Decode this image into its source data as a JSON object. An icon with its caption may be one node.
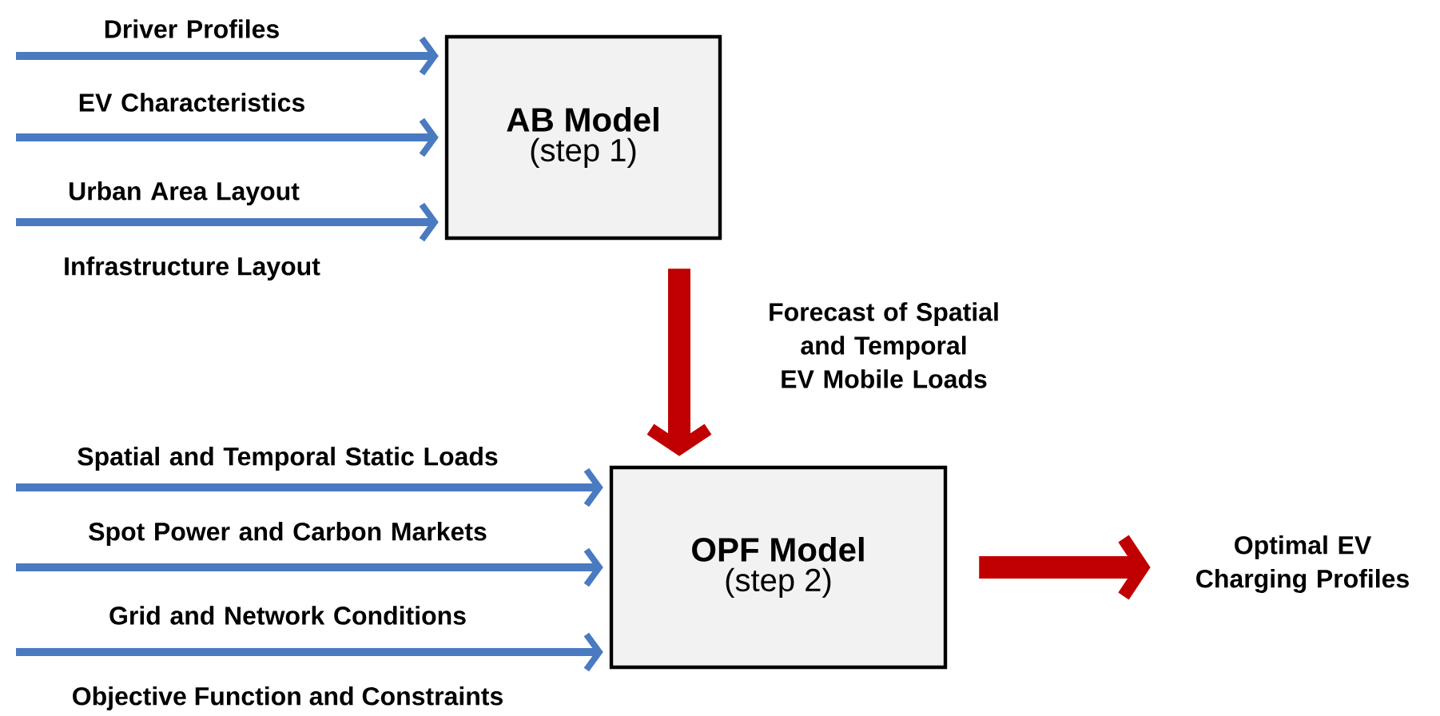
{
  "diagram": {
    "nodes": [
      {
        "text": [
          "AB Model",
          "(step 1)"
        ]
      },
      {
        "text": [
          "OPF Model",
          "(step 2)"
        ]
      },
      {
        "text": [
          "Optimal EV Charging Profiles"
        ]
      }
    ],
    "edges": [
      {
        "from": null,
        "to": 0,
        "arrow": "to",
        "label": "Driver Profiles"
      },
      {
        "from": null,
        "to": 0,
        "arrow": "to",
        "label": "EV Characteristics"
      },
      {
        "from": null,
        "to": 0,
        "arrow": "to",
        "label": "Urban Area Layout"
      },
      {
        "from": 0,
        "to": 1,
        "arrow": "to",
        "label": "Forecast of Spatial and Temporal EV Mobile Loads",
        "style": "thick",
        "color": "#c00000"
      },
      {
        "from": null,
        "to": 1,
        "arrow": "to",
        "label": "Spatial and Temporal Static Loads"
      },
      {
        "from": null,
        "to": 1,
        "arrow": "to",
        "label": "Spot Power and Carbon Markets"
      },
      {
        "from": null,
        "to": 1,
        "arrow": "to",
        "label": "Grid and Network Conditions"
      },
      {
        "from": 1,
        "to": 2,
        "arrow": "to",
        "style": "thick",
        "color": "#c00000"
      }
    ],
    "labels": [
      "Infrastructure Layout",
      "Objective Function and Constraints"
    ]
  }
}
